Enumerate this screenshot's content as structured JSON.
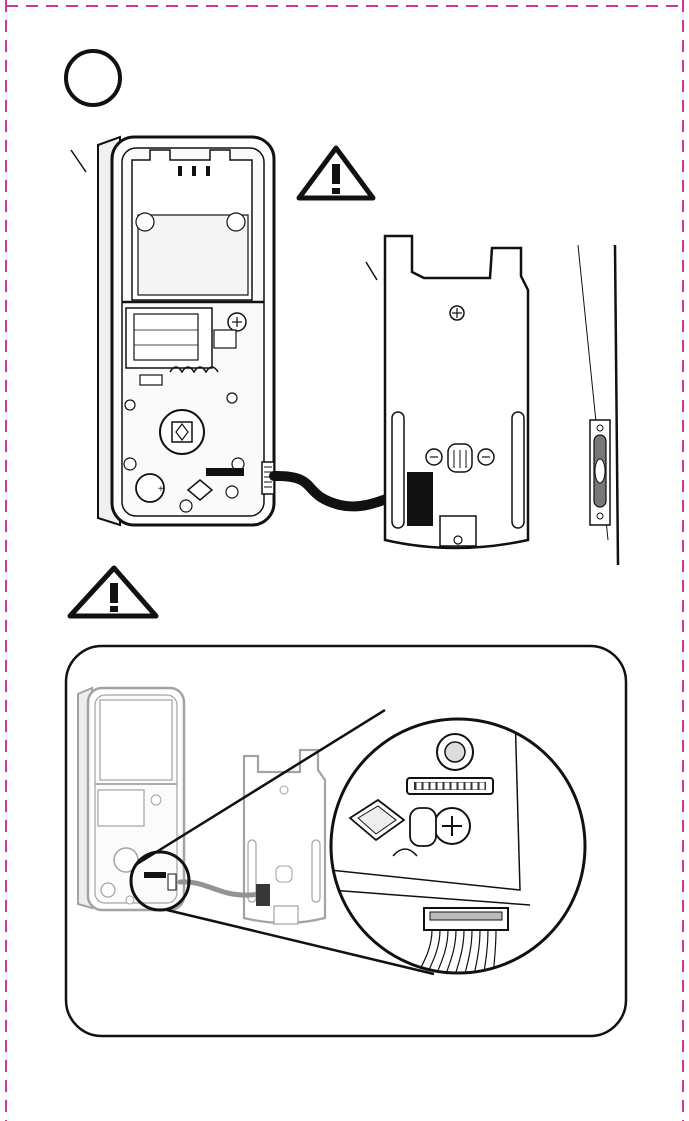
{
  "page": {
    "border_color": "#d0359a",
    "line_color": "#111111",
    "fill_light": "#ffffff",
    "fill_gray": "#e8e8e8",
    "detail_gray": "#9a9a9a"
  },
  "step": {
    "number": ""
  },
  "icons": {
    "step_badge": "step-circle-icon",
    "warning_top": "warning-triangle-icon",
    "warning_middle": "warning-triangle-icon",
    "zoom": "magnifier-callout-icon"
  },
  "illustrations": {
    "main": {
      "parts": [
        "exterior-lock-interior-view",
        "interior-mounting-plate",
        "door-edge-latch",
        "wire-harness-cable"
      ]
    },
    "detail": {
      "parts": [
        "faded-lock-assembly",
        "zoom-callout-circle",
        "connector-closeup",
        "harness-plug-closeup"
      ]
    }
  }
}
